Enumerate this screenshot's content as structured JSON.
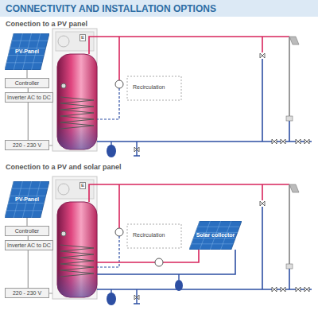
{
  "diagram": {
    "title": "CONNECTIVITY AND INSTALLATION OPTIONS",
    "nodes": [
      {
        "text": [
          "PV-Panel"
        ]
      },
      {
        "text": [
          "Controller"
        ]
      },
      {
        "text": [
          "Inverter AC to DC"
        ]
      },
      {
        "text": [
          "220 - 230 V"
        ]
      },
      {
        "text": [
          "PV-Panel"
        ]
      },
      {
        "text": [
          "Controller"
        ]
      },
      {
        "text": [
          "Inverter AC to DC"
        ]
      },
      {
        "text": [
          "220 - 230 V"
        ]
      },
      {
        "text": [
          "Solar collector"
        ]
      }
    ],
    "edges": [
      {
        "from": 0,
        "to": 1,
        "arrow": "none"
      },
      {
        "from": 1,
        "to": 2,
        "arrow": "none"
      },
      {
        "from": 2,
        "to": 3,
        "arrow": "none"
      },
      {
        "from": 4,
        "to": 5,
        "arrow": "none"
      },
      {
        "from": 5,
        "to": 6,
        "arrow": "none"
      },
      {
        "from": 6,
        "to": 7,
        "arrow": "none"
      }
    ],
    "labels": [
      "Conection to a PV panel",
      "Recirculation",
      "E",
      "Conection to a PV and solar panel",
      "Recirculation",
      "E"
    ]
  }
}
